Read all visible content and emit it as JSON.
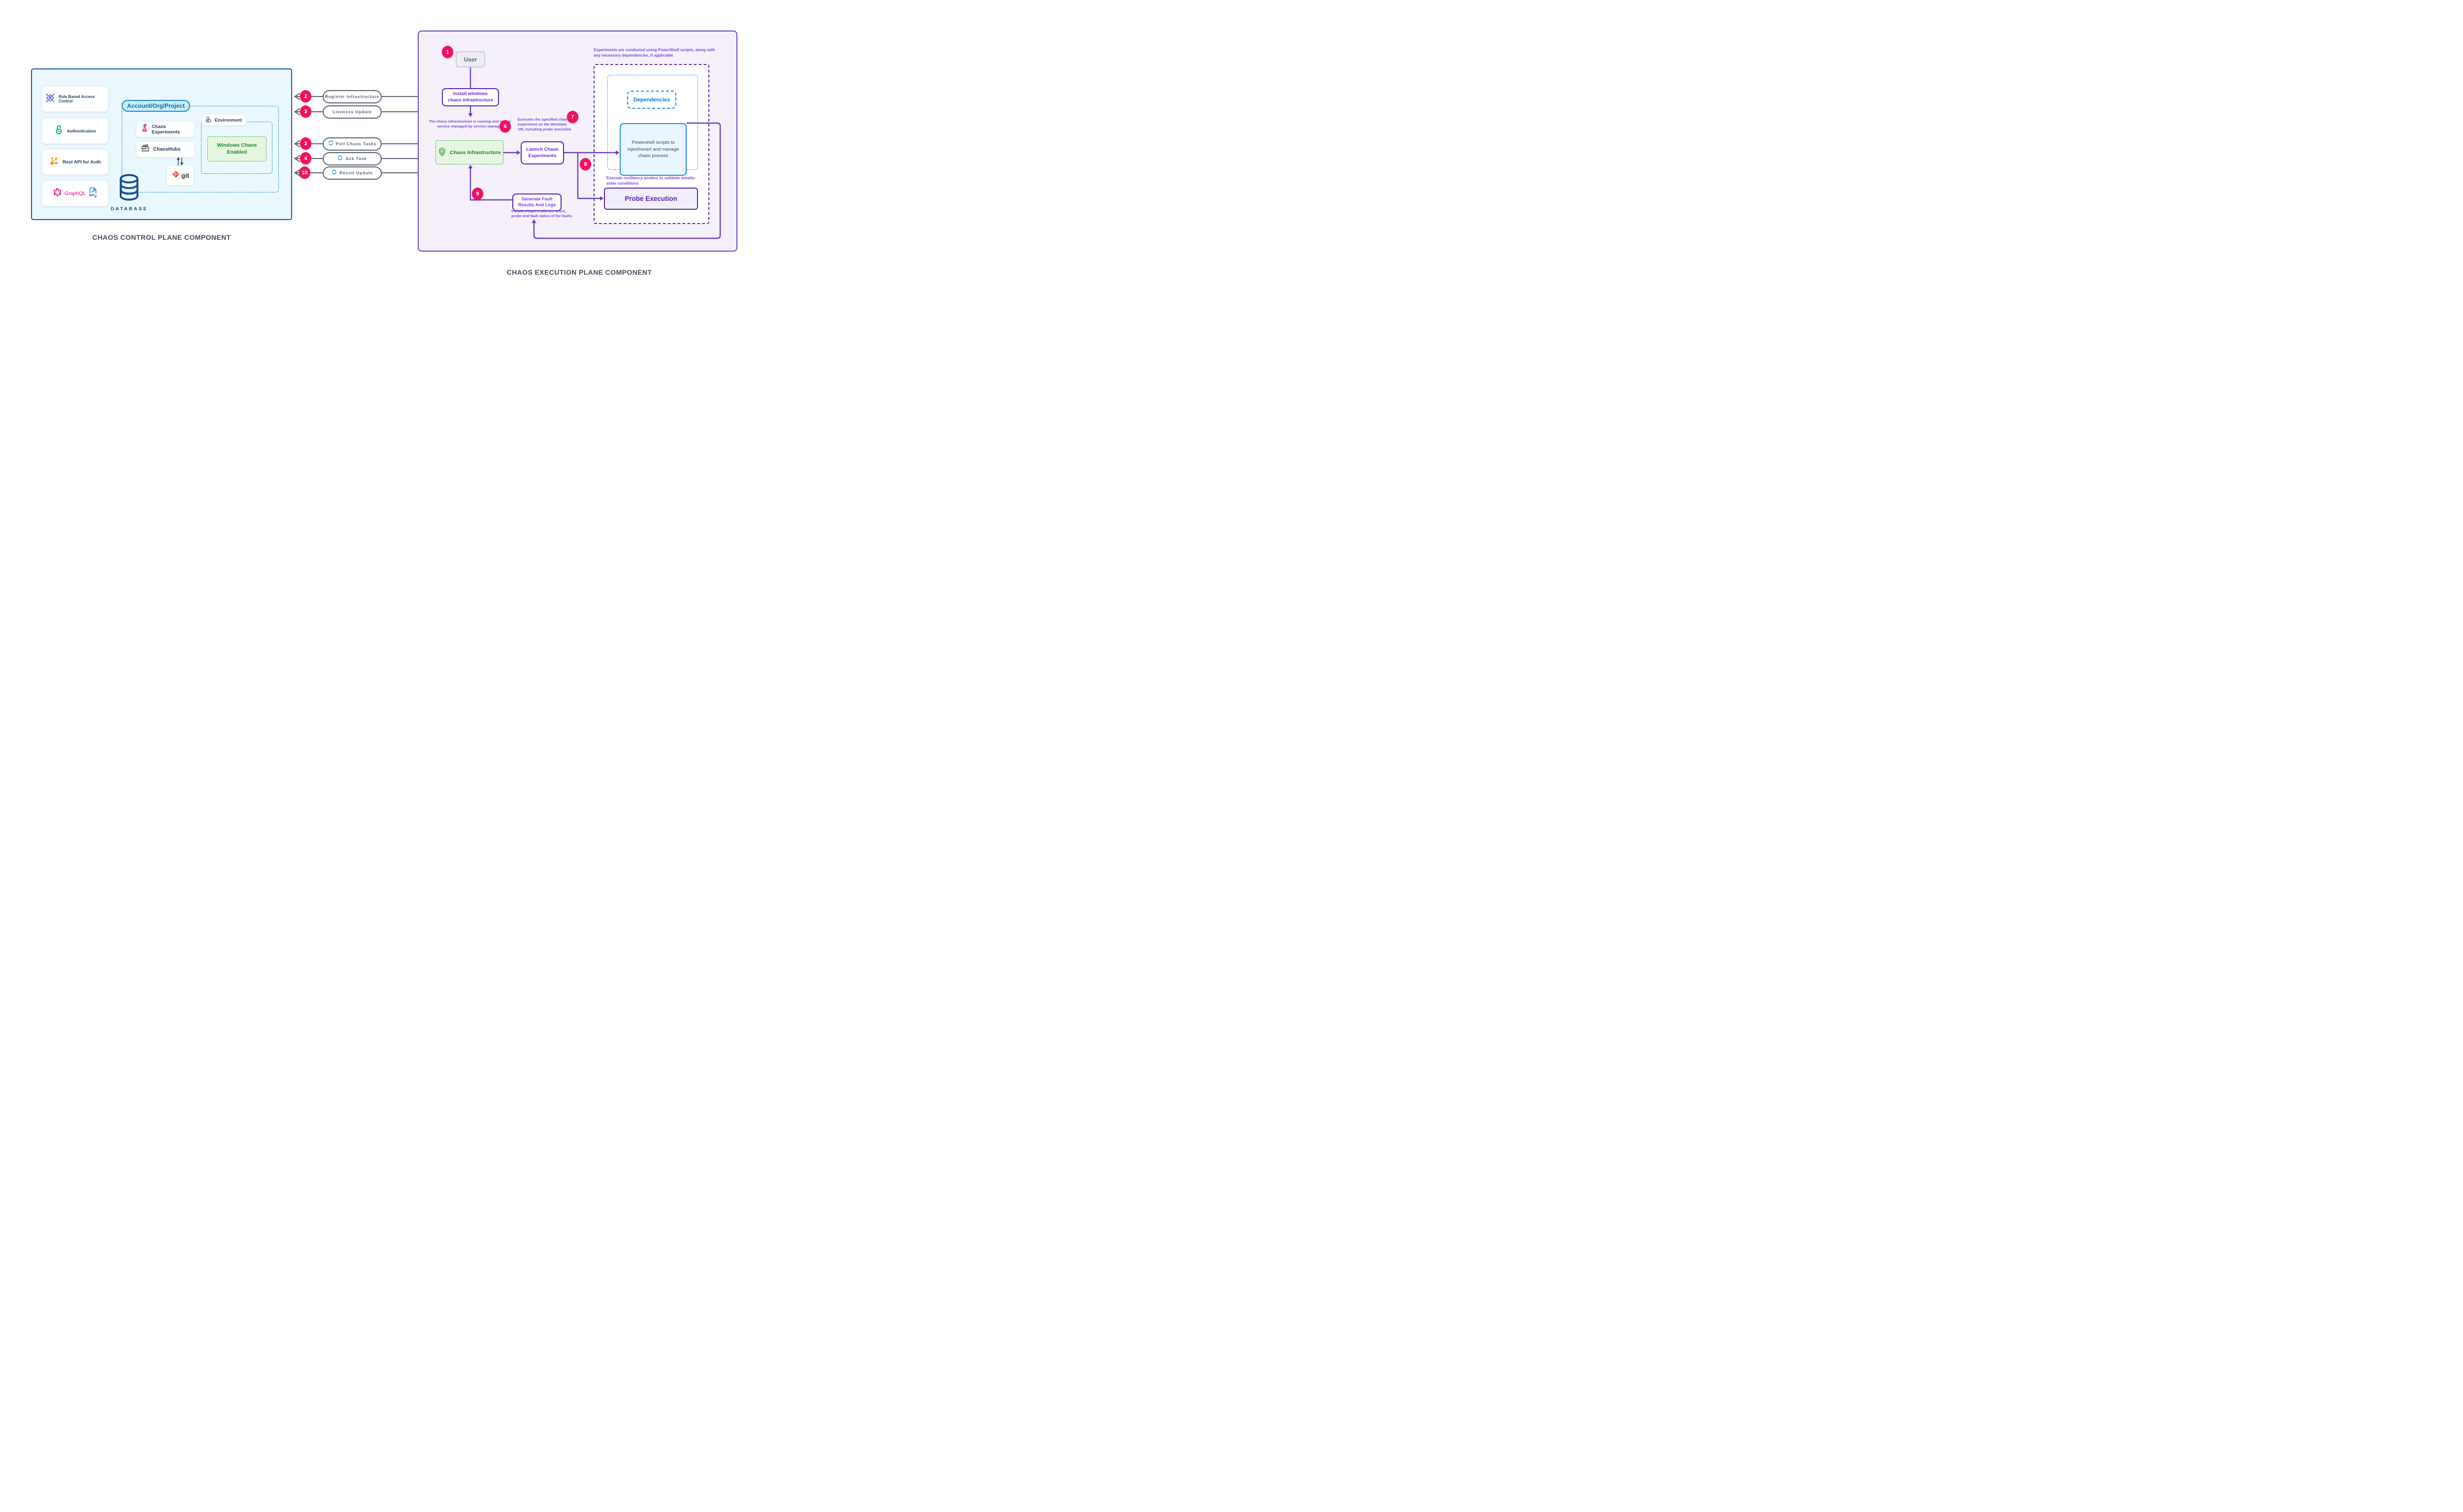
{
  "control_plane": {
    "title": "CHAOS CONTROL PLANE COMPONENT",
    "cards": [
      {
        "label": "Role Based Access Control",
        "icon": "rbac-diamond-user-icon"
      },
      {
        "label": "Authentication",
        "icon": "open-lock-icon"
      },
      {
        "label": "Rest API for Auth",
        "icon": "network-nodes-icon"
      },
      {
        "label": "GraphQL",
        "icon": "graphql-hexagon-icon",
        "secondary_icon": "api-document-icon"
      }
    ],
    "account_group_label": "Account/Org/Project",
    "project_items": [
      {
        "label": "Chaos Experiments",
        "icon": "flask-icon"
      },
      {
        "label": "ChaosHubs",
        "icon": "test-tube-rack-icon"
      }
    ],
    "environment_label": "Environment",
    "environment_status": "Windows Chaos Enabled",
    "git_label": "git",
    "database_label": "DATABASE"
  },
  "messages": [
    {
      "badge": "2",
      "label": "Register Infrastructure",
      "sync_icon": false
    },
    {
      "badge": "3",
      "label": "Liveness Update",
      "sync_icon": false
    },
    {
      "badge": "3",
      "label": "Poll Chaos Tasks",
      "sync_icon": true
    },
    {
      "badge": "4",
      "label": "Ack Task",
      "sync_icon": true
    },
    {
      "badge": "10",
      "label": "Result Update",
      "sync_icon": true
    }
  ],
  "execution_plane": {
    "title": "CHAOS EXECUTION PLANE COMPONENT",
    "steps": {
      "s1": "1",
      "s6": "6",
      "s7": "7",
      "s8": "8",
      "s9": "9"
    },
    "user_label": "User",
    "install_label": "Install windows chaos infrastructure",
    "infra_running_note": "The chaos infrastructure is running and is as a service managed by service manager",
    "chaos_infrastructure_label": "Chaos Infrastructure",
    "executes_note": "Executes the specified chaos experiment on the Windows VM, including probe execution",
    "launch_label": "Launch Chaos Experiments",
    "generate_label": "Generate Fault Results And Logs",
    "includes_note": "Includes logs, resilience score, probe and fault status of the faults.",
    "powershell_note": "Experiments are conducted using PowerShell scripts, along with any necessary dependencies, if applicable",
    "dependencies_label": "Dependencies",
    "powershell_box_label": "Powershell scripts to inject/revert and manage chaos process",
    "probe_note": "Execute resiliency probes to validate steady-state conditions",
    "probe_label": "Probe Execution"
  },
  "colors": {
    "badge_pink": "#f2105f",
    "purple_accent": "#6d28d9",
    "blue_accent": "#1e88e5",
    "green_accent": "#1d8a2a",
    "navy_text": "#1d3b5a",
    "slate_line": "#5b6172",
    "control_panel_bg": "#eaf7fc",
    "control_panel_border": "#1a5a94",
    "exec_panel_bg": "#f5f0fa",
    "exec_panel_border": "#6f42c1"
  }
}
